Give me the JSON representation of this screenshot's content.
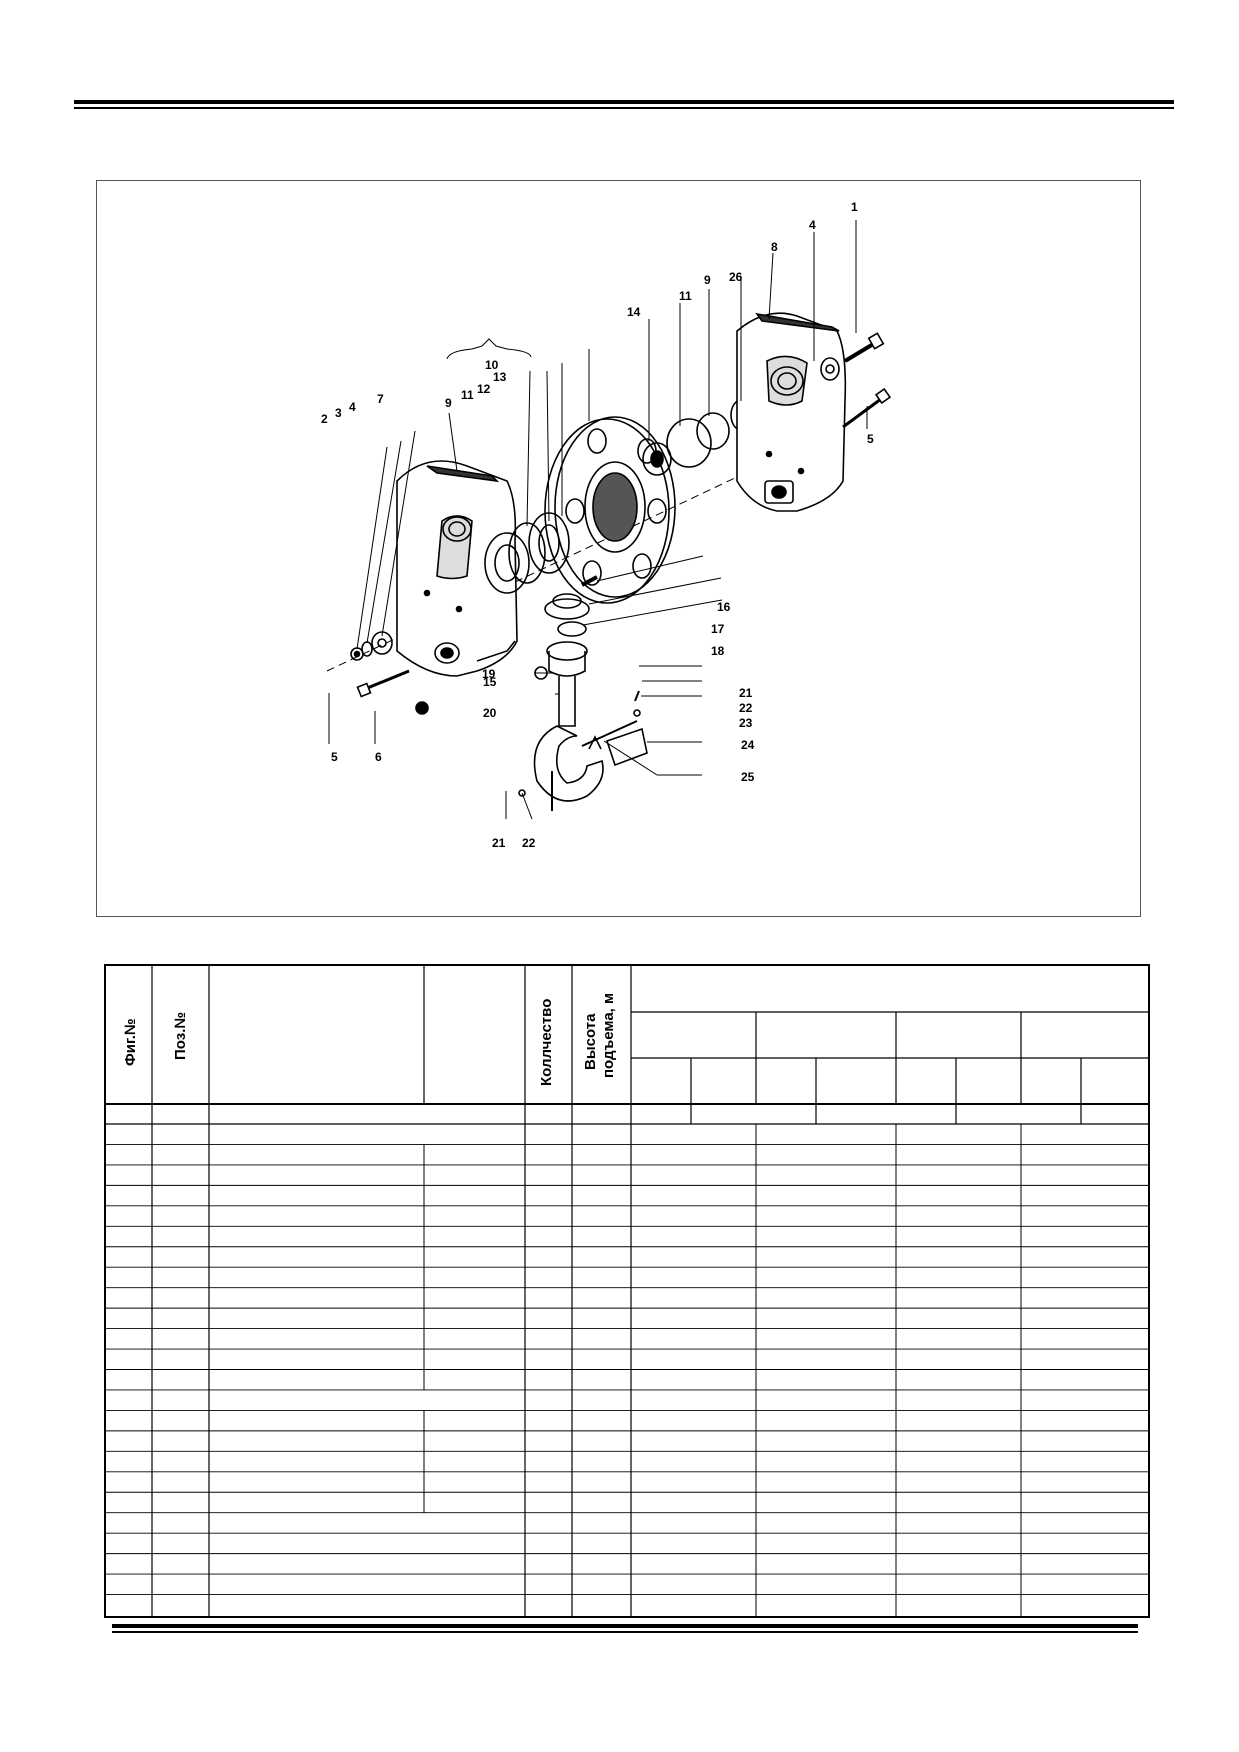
{
  "diagram": {
    "callouts": [
      "1",
      "2",
      "3",
      "4",
      "4",
      "5",
      "5",
      "6",
      "7",
      "8",
      "9",
      "9",
      "10",
      "11",
      "11",
      "12",
      "13",
      "14",
      "15",
      "16",
      "17",
      "18",
      "19",
      "20",
      "21",
      "21",
      "22",
      "22",
      "23",
      "24",
      "25",
      "26"
    ]
  },
  "table": {
    "headers": {
      "fig_no": "Фиг.№",
      "pos_no": "Поз.№",
      "quantity": "Коллчество",
      "lift_height_line1": "Высота",
      "lift_height_line2": "подъема, м"
    },
    "body_row_count": 24
  }
}
